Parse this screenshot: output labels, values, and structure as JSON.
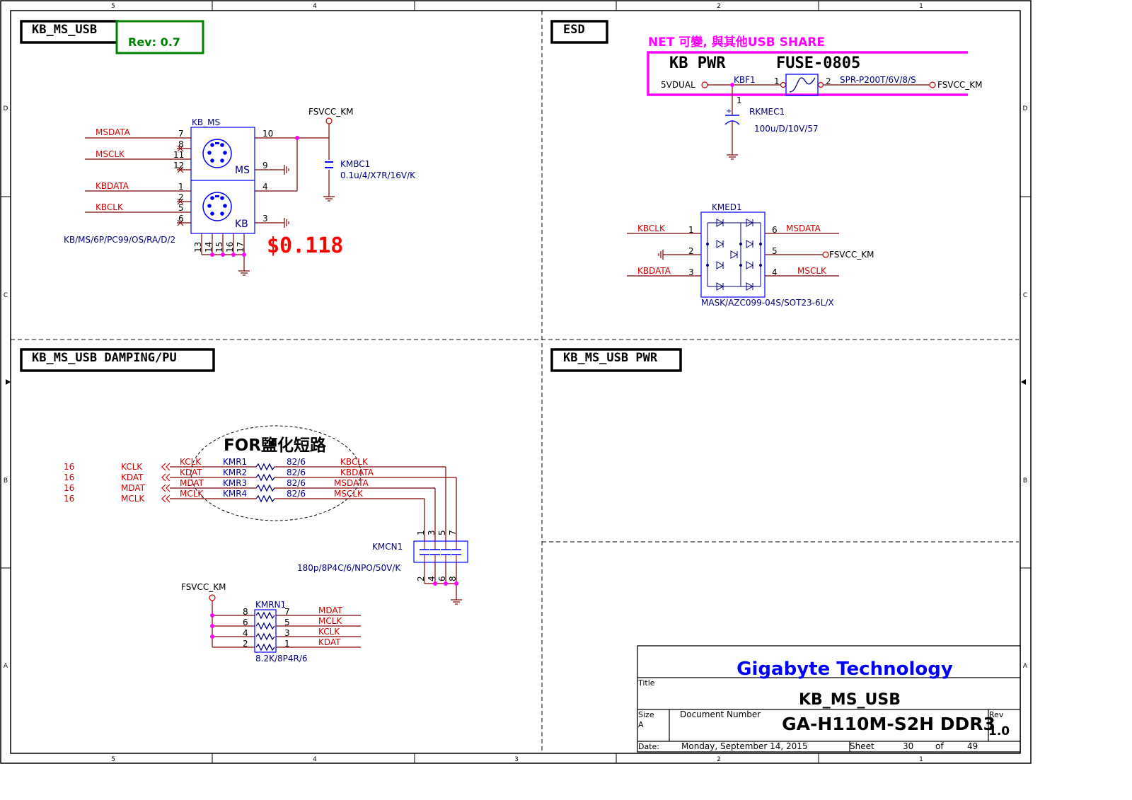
{
  "colors": {
    "net": "#cc0000",
    "part": "#000080",
    "wire": "#800000",
    "node": "#ff00ff",
    "frame": "#000000",
    "highlight": "#ff00ff",
    "rev_box": "#008000",
    "company": "#0000ff",
    "price": "#ff0000"
  },
  "border": {
    "cols_top": [
      "5",
      "4",
      "",
      "2",
      "1"
    ],
    "cols_bottom": [
      "5",
      "4",
      "3",
      "2",
      "1"
    ],
    "rows": [
      "D",
      "C",
      "B",
      "A"
    ]
  },
  "sections": {
    "kb_ms_usb": "KB_MS_USB",
    "rev_note": "Rev: 0.7",
    "esd": "ESD",
    "damping": "KB_MS_USB DAMPING/PU",
    "pwr": "KB_MS_USB PWR"
  },
  "connector": {
    "ref": "KB_MS",
    "part": "KB/MS/6P/PC99/OS/RA/D/2",
    "ms_label": "MS",
    "kb_label": "KB",
    "price": "$0.118",
    "nets": {
      "msdata": "MSDATA",
      "msclk": "MSCLK",
      "kbdata": "KBDATA",
      "kbclk": "KBCLK",
      "fsvcc": "FSVCC_KM"
    },
    "pins": {
      "p7": "7",
      "p8": "8",
      "p11": "11",
      "p12": "12",
      "p1": "1",
      "p2": "2",
      "p5": "5",
      "p6": "6",
      "p10": "10",
      "p9": "9",
      "p4": "4",
      "p3": "3",
      "p13": "13",
      "p14": "14",
      "p15": "15",
      "p16": "16",
      "p17": "17"
    },
    "cap_ref": "KMBC1",
    "cap_val": "0.1u/4/X7R/16V/K"
  },
  "esd": {
    "note": "NET 可變, 與其他USB SHARE",
    "kb_pwr": "KB PWR",
    "fuse_title": "FUSE-0805",
    "in_net": "5VDUAL",
    "fuse_ref": "KBF1",
    "fuse_pin1": "1",
    "fuse_pin2": "2",
    "fuse_val": "SPR-P200T/6V/8/S",
    "out_net": "FSVCC_KM",
    "cap_ref": "RKMEC1",
    "cap_pin": "1",
    "cap_val": "100u/D/10V/57",
    "tvs_ref": "KMED1",
    "tvs_part": "MASK/AZC099-04S/SOT23-6L/X",
    "tvs_pins": {
      "p1": "1",
      "p2": "2",
      "p3": "3",
      "p4": "4",
      "p5": "5",
      "p6": "6"
    },
    "tvs_nets": {
      "kbclk": "KBCLK",
      "kbdata": "KBDATA",
      "msdata": "MSDATA",
      "msclk": "MSCLK",
      "fsvcc": "FSVCC_KM"
    }
  },
  "damping": {
    "note": "FOR鹽化短路",
    "sheet_refs": [
      "16",
      "16",
      "16",
      "16"
    ],
    "ports": [
      "KCLK",
      "KDAT",
      "MDAT",
      "MCLK"
    ],
    "inner_nets": [
      "KCLK",
      "KDAT",
      "MDAT",
      "MCLK"
    ],
    "resistors": [
      {
        "ref": "KMR1",
        "val": "82/6",
        "net": "KBCLK"
      },
      {
        "ref": "KMR2",
        "val": "82/6",
        "net": "KBDATA"
      },
      {
        "ref": "KMR3",
        "val": "82/6",
        "net": "MSDATA"
      },
      {
        "ref": "KMR4",
        "val": "82/6",
        "net": "MSCLK"
      }
    ],
    "cap_ref": "KMCN1",
    "cap_val": "180p/8P4C/6/NPO/50V/K",
    "cap_top_pins": [
      "1",
      "3",
      "5",
      "7"
    ],
    "cap_bot_pins": [
      "2",
      "4",
      "6",
      "8"
    ],
    "pu_net": "FSVCC_KM",
    "rn_ref": "KMRN1",
    "rn_val": "8.2K/8P4R/6",
    "rn_left_pins": [
      "8",
      "6",
      "4",
      "2"
    ],
    "rn_right_pins": [
      "7",
      "5",
      "3",
      "1"
    ],
    "rn_nets": [
      "MDAT",
      "MCLK",
      "KCLK",
      "KDAT"
    ]
  },
  "titleblock": {
    "company": "Gigabyte Technology",
    "title_label": "Title",
    "title": "KB_MS_USB",
    "size_label": "Size",
    "size": "A",
    "docnum_label": "Document Number",
    "docnum": "GA-H110M-S2H DDR3",
    "rev_label": "Rev",
    "rev": "1.0",
    "date_label": "Date:",
    "date": "Monday, September 14, 2015",
    "sheet_label": "Sheet",
    "sheet": "30",
    "of_label": "of",
    "total": "49"
  }
}
